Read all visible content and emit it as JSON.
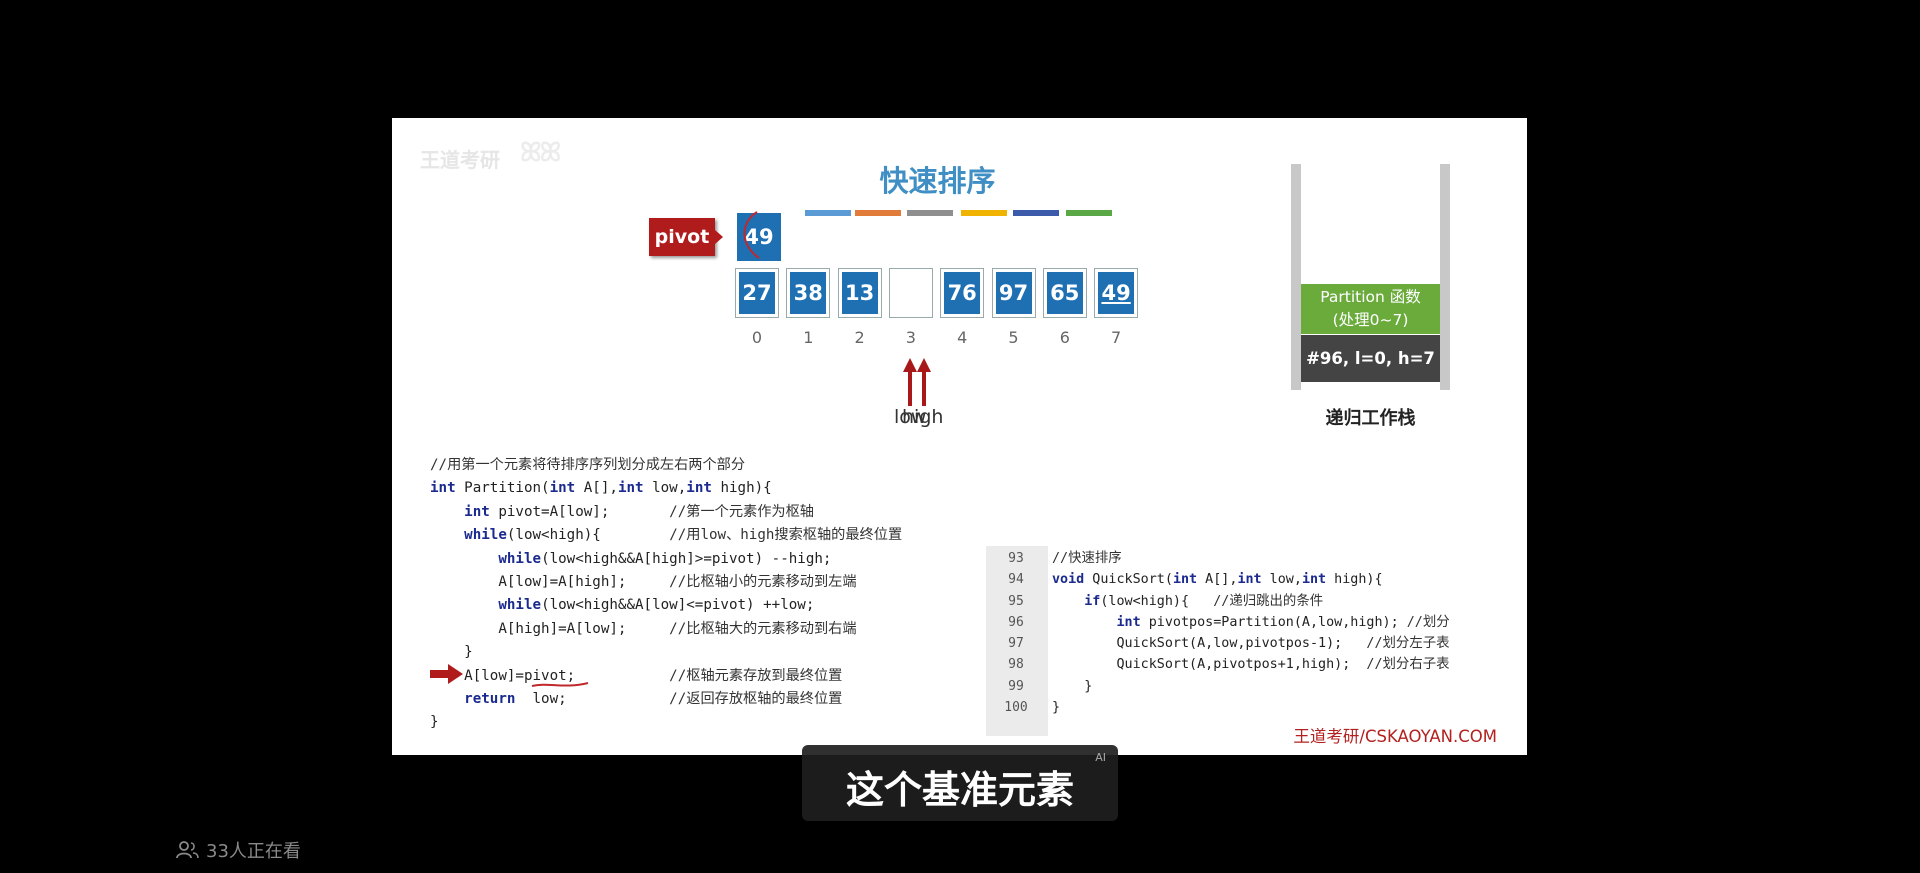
{
  "slide": {
    "watermark": "王道考研",
    "title": "快速排序",
    "pivot_label": "pivot",
    "pivot_value": "49",
    "array": [
      "27",
      "38",
      "13",
      "",
      "76",
      "97",
      "65",
      "49"
    ],
    "indices": [
      "0",
      "1",
      "2",
      "3",
      "4",
      "5",
      "6",
      "7"
    ],
    "pointer_label_low": "low",
    "pointer_label_high": "high",
    "stack": {
      "frame_top": "Partition 函数",
      "frame_top_sub": "(处理0~7)",
      "frame_bottom": "#96, l=0, h=7",
      "caption": "递归工作栈"
    },
    "colors": {
      "accent": "#3f8fc5",
      "cell": "#1f6fb3",
      "pivot_tag": "#b01c1c",
      "stack_green": "#6aab3c",
      "stack_dark": "#444444",
      "arrow": "#b01c1c"
    },
    "bars": [
      "#5b9bd5",
      "#e07b39",
      "#8f8f8f",
      "#f0b400",
      "#3b5aaa",
      "#5aa845"
    ],
    "left_code": [
      "//用第一个元素将待排序序列划分成左右两个部分",
      "int Partition(int A[],int low,int high){",
      "    int pivot=A[low];       //第一个元素作为枢轴",
      "    while(low<high){        //用low、high搜索枢轴的最终位置",
      "        while(low<high&&A[high]>=pivot) --high;",
      "        A[low]=A[high];     //比枢轴小的元素移动到左端",
      "        while(low<high&&A[low]<=pivot) ++low;",
      "        A[high]=A[low];     //比枢轴大的元素移动到右端",
      "    }",
      "    A[low]=pivot;           //枢轴元素存放到最终位置",
      "    return  low;            //返回存放枢轴的最终位置",
      "}"
    ],
    "right_line_numbers": [
      "93",
      "94",
      "95",
      "96",
      "97",
      "98",
      "99",
      "100"
    ],
    "right_code": [
      "//快速排序",
      "void QuickSort(int A[],int low,int high){",
      "    if(low<high){   //递归跳出的条件",
      "        int pivotpos=Partition(A,low,high); //划分",
      "        QuickSort(A,low,pivotpos-1);   //划分左子表",
      "        QuickSort(A,pivotpos+1,high);  //划分右子表",
      "    }",
      "}"
    ],
    "footer_brand": "王道考研/CSKAOYAN.COM"
  },
  "subtitle": {
    "text": "这个基准元素",
    "badge": "AI"
  },
  "viewers": "33人正在看"
}
